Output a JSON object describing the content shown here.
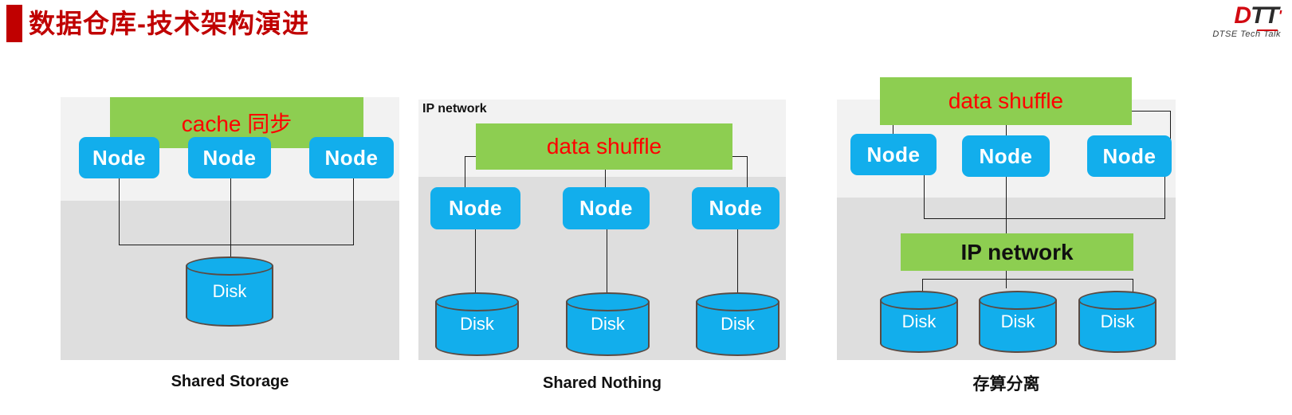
{
  "header": {
    "title": "数据仓库-技术架构演进",
    "accent_color": "#C00000",
    "logo": {
      "mark_d": "D",
      "mark_tt": "TT",
      "tick": "'",
      "subtitle": "DTSE  Tech Talk"
    }
  },
  "colors": {
    "node_blue": "#12AEEC",
    "banner_green": "#8DCE51",
    "banner_text_red": "#FF0000",
    "band_light": "#F2F2F2",
    "band_dark": "#DEDEDE",
    "disk_outline": "#5B4A42",
    "title_red": "#C00000"
  },
  "panels": [
    {
      "id": "shared-storage",
      "caption": "Shared Storage",
      "banner": {
        "label": "cache 同步",
        "style": "red"
      },
      "nodes": [
        {
          "label": "Node"
        },
        {
          "label": "Node"
        },
        {
          "label": "Node"
        }
      ],
      "disks": [
        {
          "label": "Disk"
        }
      ],
      "network_label": null,
      "network_bar": null
    },
    {
      "id": "shared-nothing",
      "caption": "Shared Nothing",
      "banner": {
        "label": "data shuffle",
        "style": "red"
      },
      "nodes": [
        {
          "label": "Node"
        },
        {
          "label": "Node"
        },
        {
          "label": "Node"
        }
      ],
      "disks": [
        {
          "label": "Disk"
        },
        {
          "label": "Disk"
        },
        {
          "label": "Disk"
        }
      ],
      "network_label": "IP network",
      "network_bar": null
    },
    {
      "id": "storage-compute-separation",
      "caption": "存算分离",
      "banner": {
        "label": "data shuffle",
        "style": "red"
      },
      "nodes": [
        {
          "label": "Node"
        },
        {
          "label": "Node"
        },
        {
          "label": "Node"
        }
      ],
      "disks": [
        {
          "label": "Disk"
        },
        {
          "label": "Disk"
        },
        {
          "label": "Disk"
        }
      ],
      "network_label": null,
      "network_bar": {
        "label": "IP network",
        "style": "black"
      }
    }
  ]
}
